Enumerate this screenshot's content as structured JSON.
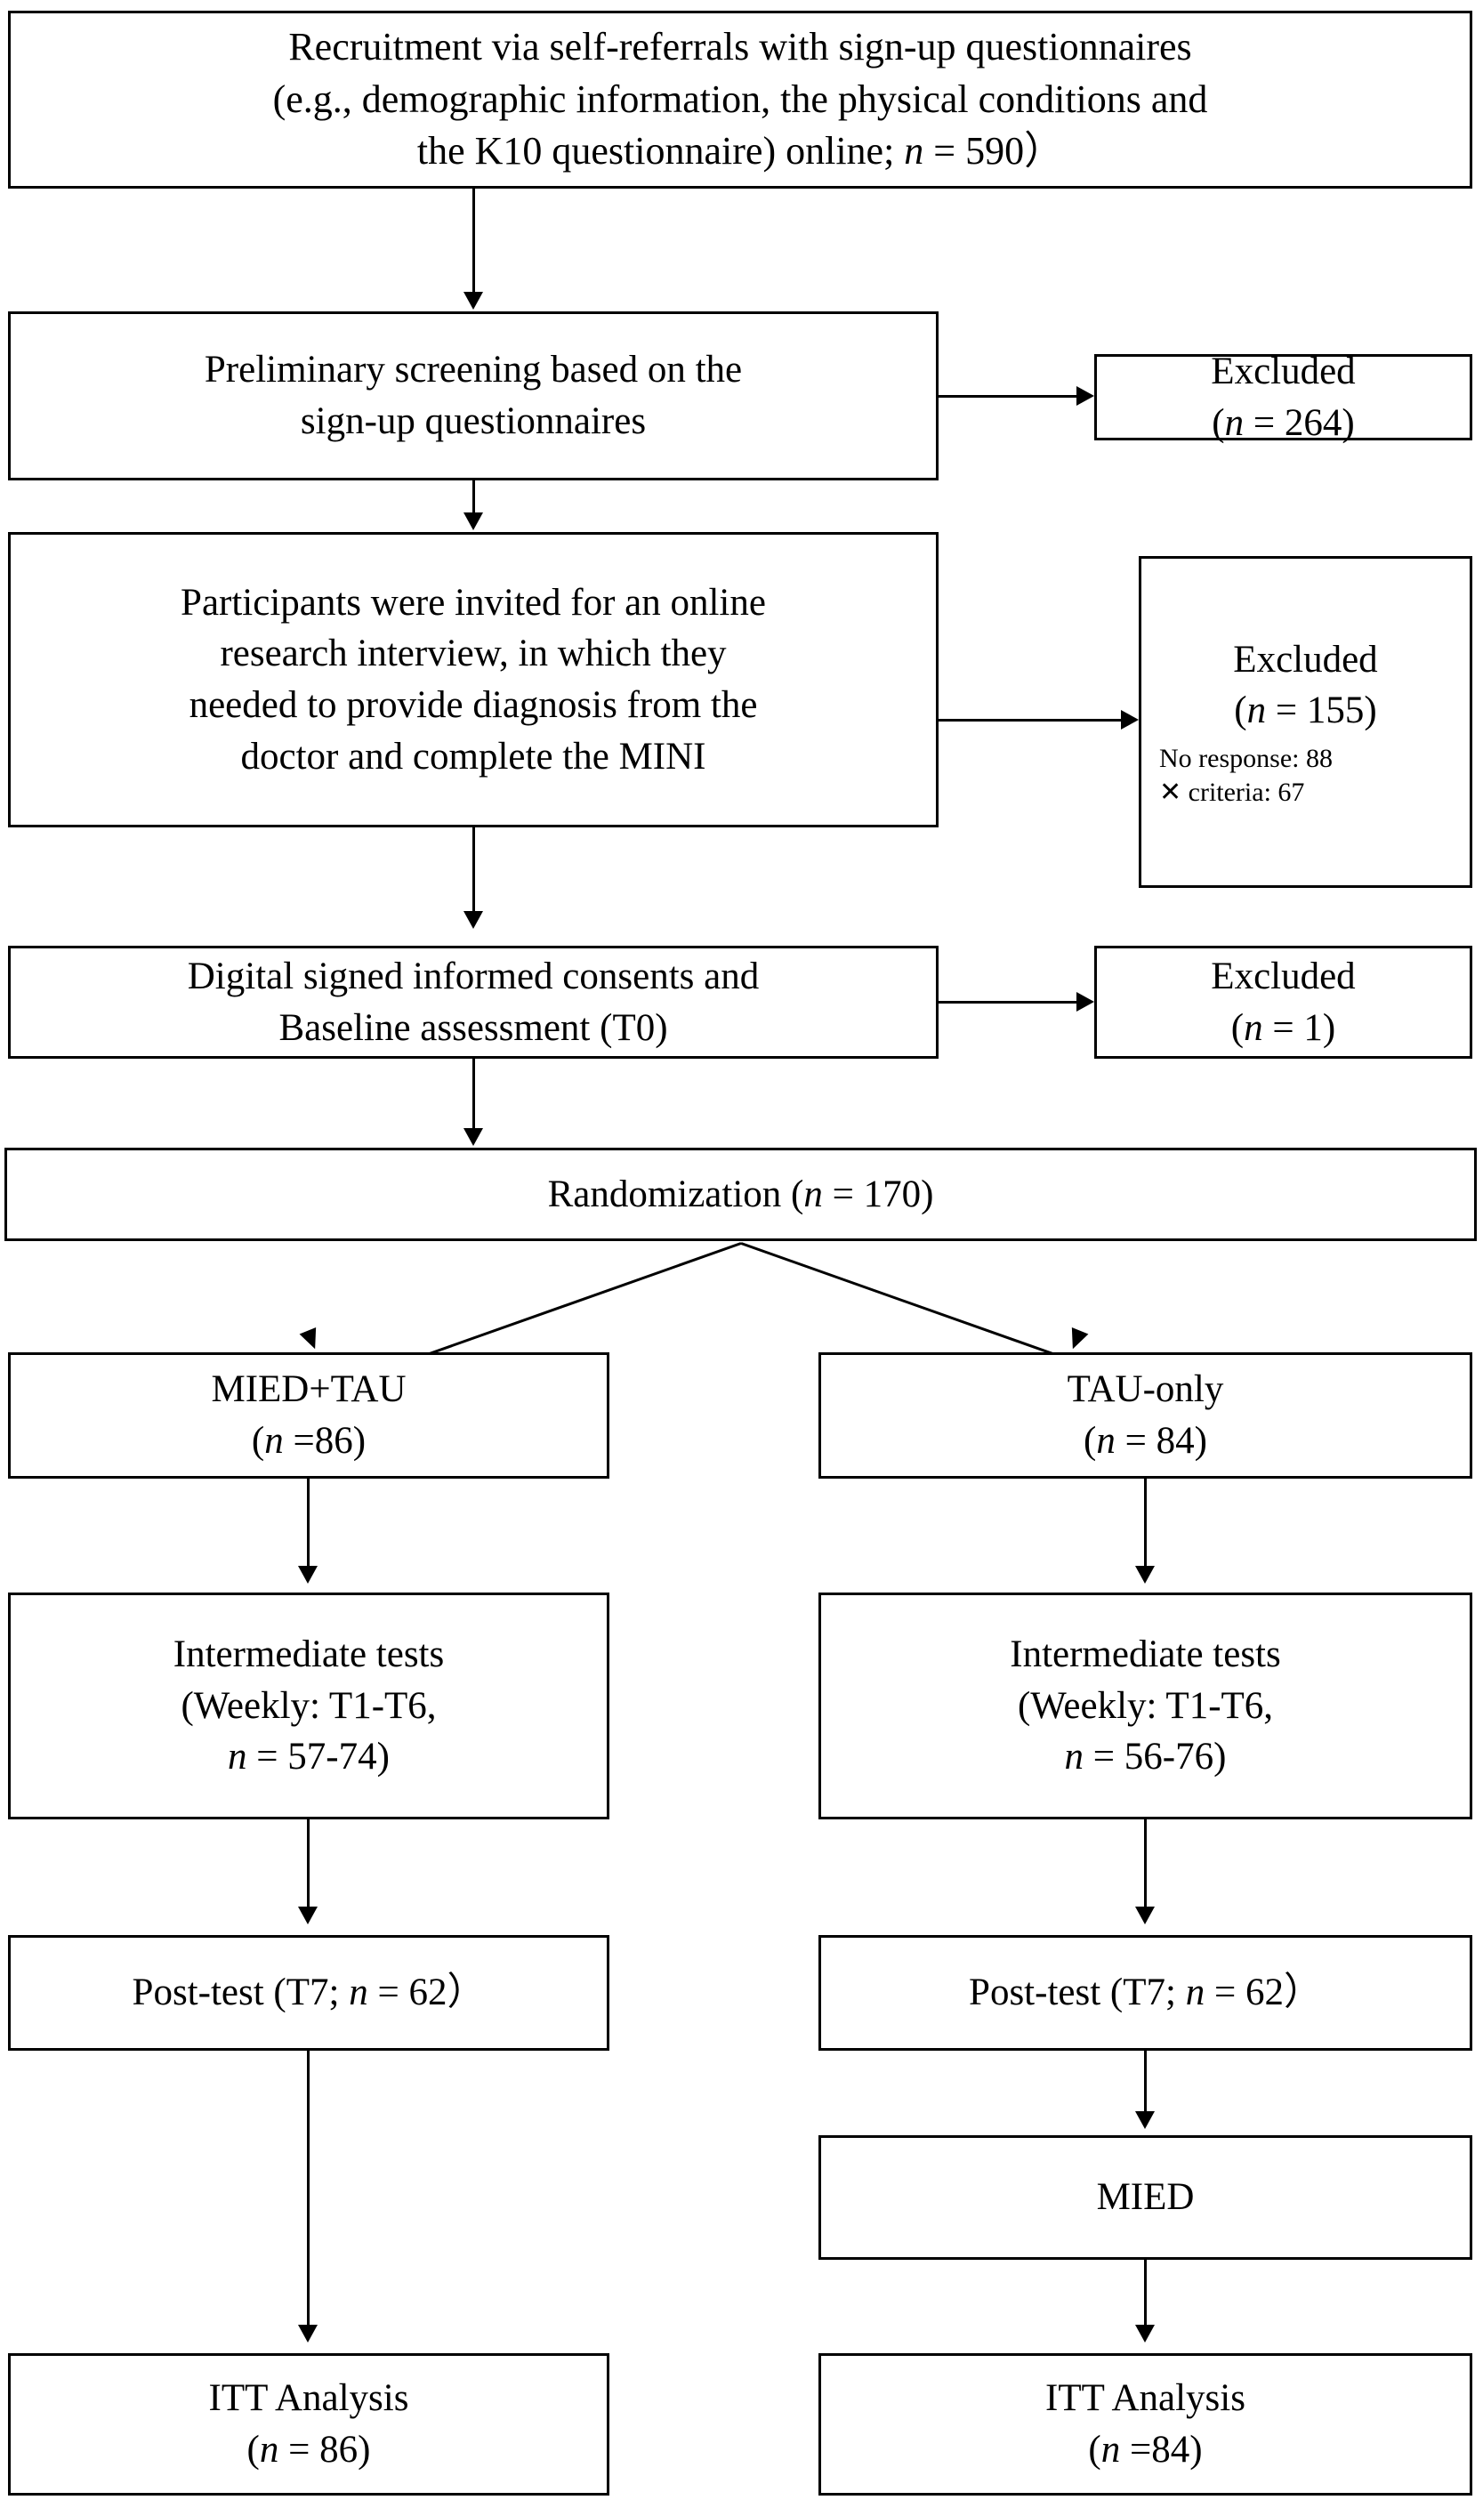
{
  "diagram": {
    "type": "consort-flow-diagram",
    "title": "Participant flow diagram",
    "nodes": {
      "recruitment": {
        "lines": [
          "Recruitment via self-referrals with sign-up questionnaires",
          "(e.g., demographic information, the physical conditions and",
          "the K10 questionnaire) online; n = 590）"
        ],
        "n": 590
      },
      "preliminary_screening": {
        "lines": [
          "Preliminary screening based on the",
          "sign-up questionnaires"
        ]
      },
      "excluded_264": {
        "lines": [
          "Excluded",
          "(n = 264)"
        ],
        "n": 264
      },
      "interview": {
        "lines": [
          "Participants were invited for an online",
          "research interview, in which they",
          "needed to provide diagnosis from the",
          "doctor and complete the MINI"
        ]
      },
      "excluded_155": {
        "lines": [
          "Excluded",
          "(n = 155)"
        ],
        "n": 155,
        "details": [
          "No response:  88",
          "✕ criteria:  67"
        ],
        "no_response": 88,
        "failed_criteria": 67
      },
      "consent_baseline": {
        "lines": [
          "Digital signed informed consents and",
          "Baseline assessment (T0)"
        ]
      },
      "excluded_1": {
        "lines": [
          "Excluded",
          "(n = 1)"
        ],
        "n": 1
      },
      "randomization": {
        "lines": [
          "Randomization (n = 170)"
        ],
        "n": 170
      },
      "arm_left": {
        "lines": [
          "MIED+TAU",
          "(n =86)"
        ],
        "n": 86
      },
      "arm_right": {
        "lines": [
          "TAU-only",
          "(n = 84)"
        ],
        "n": 84
      },
      "intermediate_left": {
        "lines": [
          "Intermediate  tests",
          "(Weekly:  T1-T6,",
          "n = 57-74)"
        ],
        "n_range": "57-74"
      },
      "intermediate_right": {
        "lines": [
          "Intermediate  tests",
          "(Weekly:  T1-T6,",
          "n = 56-76)"
        ],
        "n_range": "56-76"
      },
      "posttest_left": {
        "lines": [
          "Post-test (T7; n = 62）"
        ],
        "n": 62
      },
      "posttest_right": {
        "lines": [
          "Post-test (T7; n = 62）"
        ],
        "n": 62
      },
      "mied_right": {
        "lines": [
          "MIED"
        ]
      },
      "itt_left": {
        "lines": [
          "ITT Analysis",
          "(n = 86)"
        ],
        "n": 86
      },
      "itt_right": {
        "lines": [
          "ITT Analysis",
          "(n =84)"
        ],
        "n": 84
      }
    },
    "colors": {
      "stroke": "#000000",
      "fill": "#ffffff",
      "text": "#000000"
    }
  }
}
